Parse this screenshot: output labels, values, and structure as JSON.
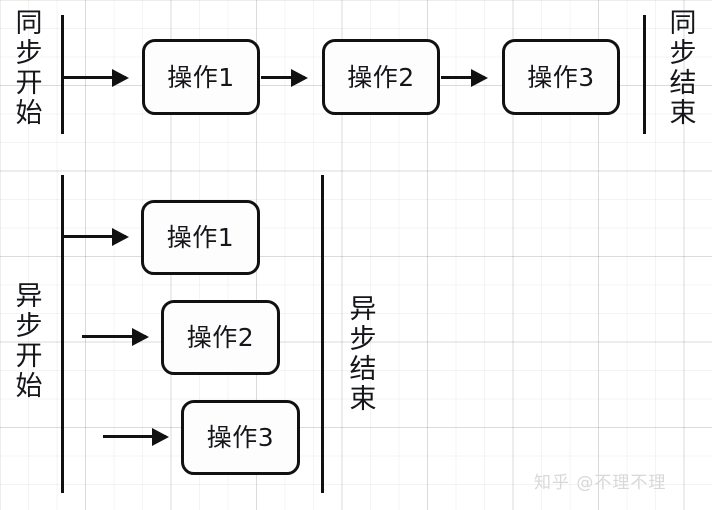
{
  "diagram": {
    "title_sync_start": "同步开始",
    "title_sync_end": "同步结束",
    "title_async_start": "异步开始",
    "title_async_end": "异步结束",
    "sync_row": {
      "boxes": [
        {
          "label": "操作1"
        },
        {
          "label": "操作2"
        },
        {
          "label": "操作3"
        }
      ]
    },
    "async_row": {
      "boxes": [
        {
          "label": "操作1"
        },
        {
          "label": "操作2"
        },
        {
          "label": "操作3"
        }
      ]
    }
  },
  "watermark": {
    "text": "知乎 @不理不理"
  },
  "colors": {
    "stroke": "#111111",
    "box_fill": "#fdfdfd",
    "grid_minor": "rgba(0,0,0,0.045)",
    "grid_major": "rgba(0,0,0,0.10)",
    "watermark": "#d8d8da"
  }
}
